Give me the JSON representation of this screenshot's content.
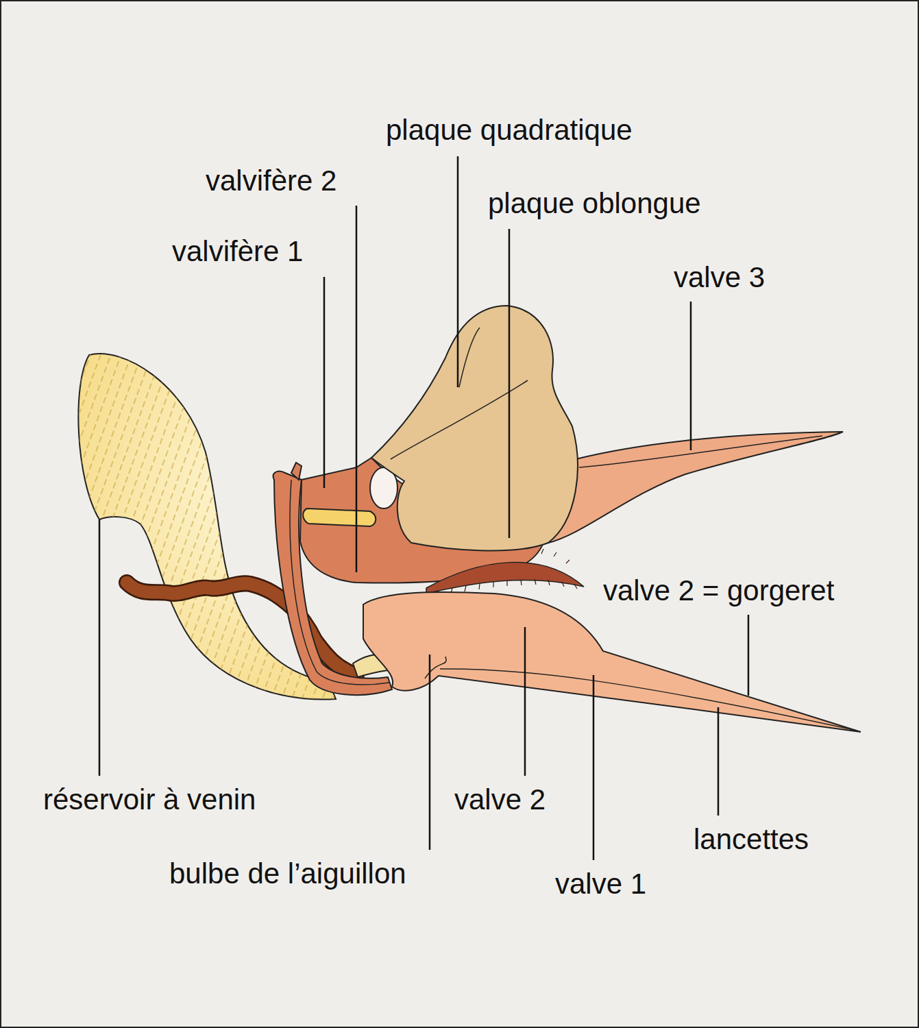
{
  "diagram": {
    "labels": [
      "plaque quadratique",
      "valvifère 2",
      "plaque oblongue",
      "valvifère 1",
      "valve 3",
      "valve 2 = gorgeret",
      "réservoir à venin",
      "valve 2",
      "bulbe de l’aiguillon",
      "valve 1",
      "lancettes"
    ]
  }
}
